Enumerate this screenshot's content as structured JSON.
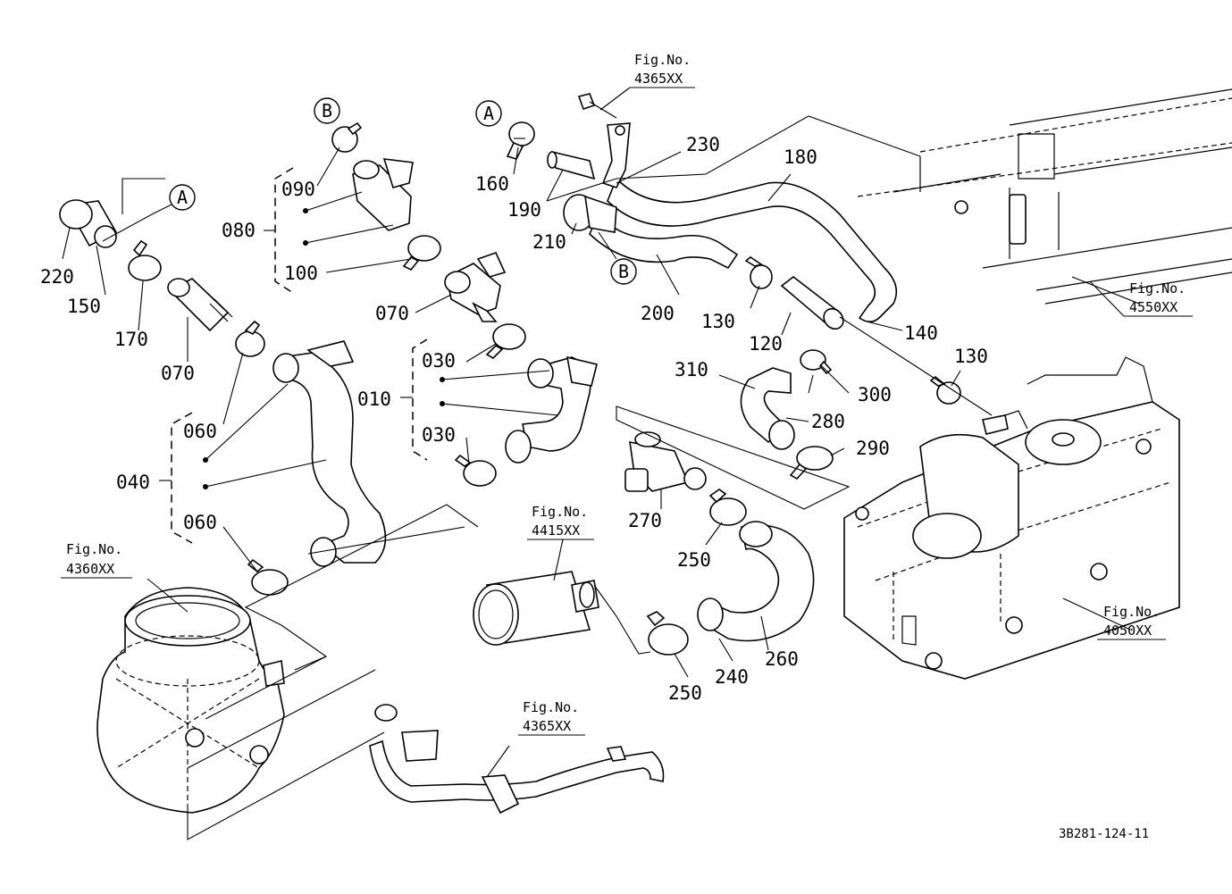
{
  "labels": {
    "p010": "010",
    "p030a": "030",
    "p030b": "030",
    "p040": "040",
    "p060a": "060",
    "p060b": "060",
    "p070a": "070",
    "p070b": "070",
    "p080": "080",
    "p090": "090",
    "p100": "100",
    "p120": "120",
    "p130a": "130",
    "p130b": "130",
    "p140": "140",
    "p150": "150",
    "p160": "160",
    "p170": "170",
    "p180": "180",
    "p190": "190",
    "p200": "200",
    "p210": "210",
    "p220": "220",
    "p230": "230",
    "p240": "240",
    "p250a": "250",
    "p250b": "250",
    "p260": "260",
    "p270": "270",
    "p280": "280",
    "p290": "290",
    "p300": "300",
    "p310": "310"
  },
  "figrefs": {
    "f4365a": {
      "top": "Fig.No.",
      "bottom": "4365XX"
    },
    "f4550": {
      "top": "Fig.No.",
      "bottom": "4550XX"
    },
    "f4360": {
      "top": "Fig.No.",
      "bottom": "4360XX"
    },
    "f4415": {
      "top": "Fig.No.",
      "bottom": "4415XX"
    },
    "f4365b": {
      "top": "Fig.No.",
      "bottom": "4365XX"
    },
    "f4050": {
      "top": "Fig.No.",
      "bottom": "4050XX"
    }
  },
  "markers": {
    "a1": "A",
    "a2": "A",
    "b1": "B",
    "b2": "B"
  },
  "drawing_code": "3B281-124-11"
}
